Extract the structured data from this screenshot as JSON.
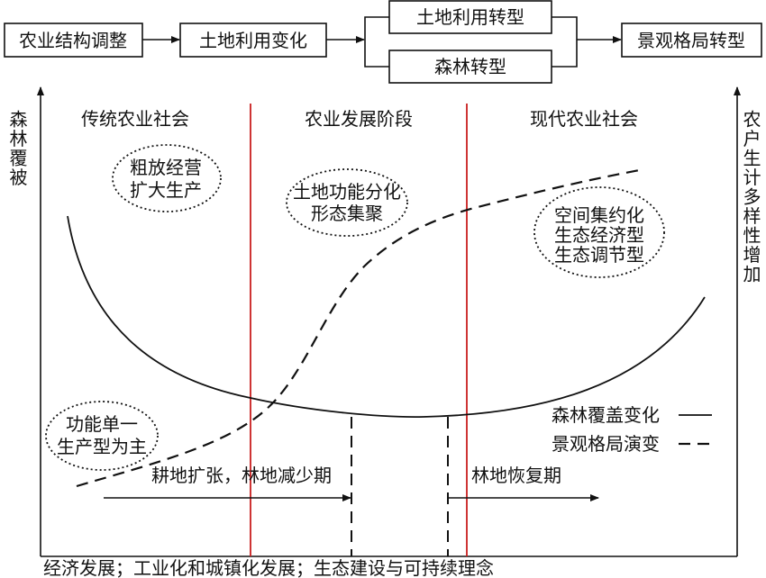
{
  "flow": {
    "step1": "农业结构调整",
    "step2": "土地利用变化",
    "step3a": "土地利用转型",
    "step3b": "森林转型",
    "step4": "景观格局转型"
  },
  "axes": {
    "left_label": "森林覆被",
    "right_label": "农户生计多样性增加",
    "bottom_label": "经济发展；工业化和城镇化发展；生态建设与可持续理念"
  },
  "stages": [
    "传统农业社会",
    "农业发展阶段",
    "现代农业社会"
  ],
  "bubbles": [
    {
      "lines": [
        "粗放经营",
        "扩大生产"
      ]
    },
    {
      "lines": [
        "土地功能分化",
        "形态集聚"
      ]
    },
    {
      "lines": [
        "空间集约化",
        "生态经济型",
        "生态调节型"
      ]
    },
    {
      "lines": [
        "功能单一",
        "生产型为主"
      ]
    }
  ],
  "periods": {
    "expansion": "耕地扩张，林地减少期",
    "recovery": "林地恢复期"
  },
  "legend": {
    "forest": "森林覆盖变化",
    "landscape": "景观格局演变"
  },
  "colors": {
    "stage_divider": "#c81e1e",
    "line": "#111111"
  }
}
